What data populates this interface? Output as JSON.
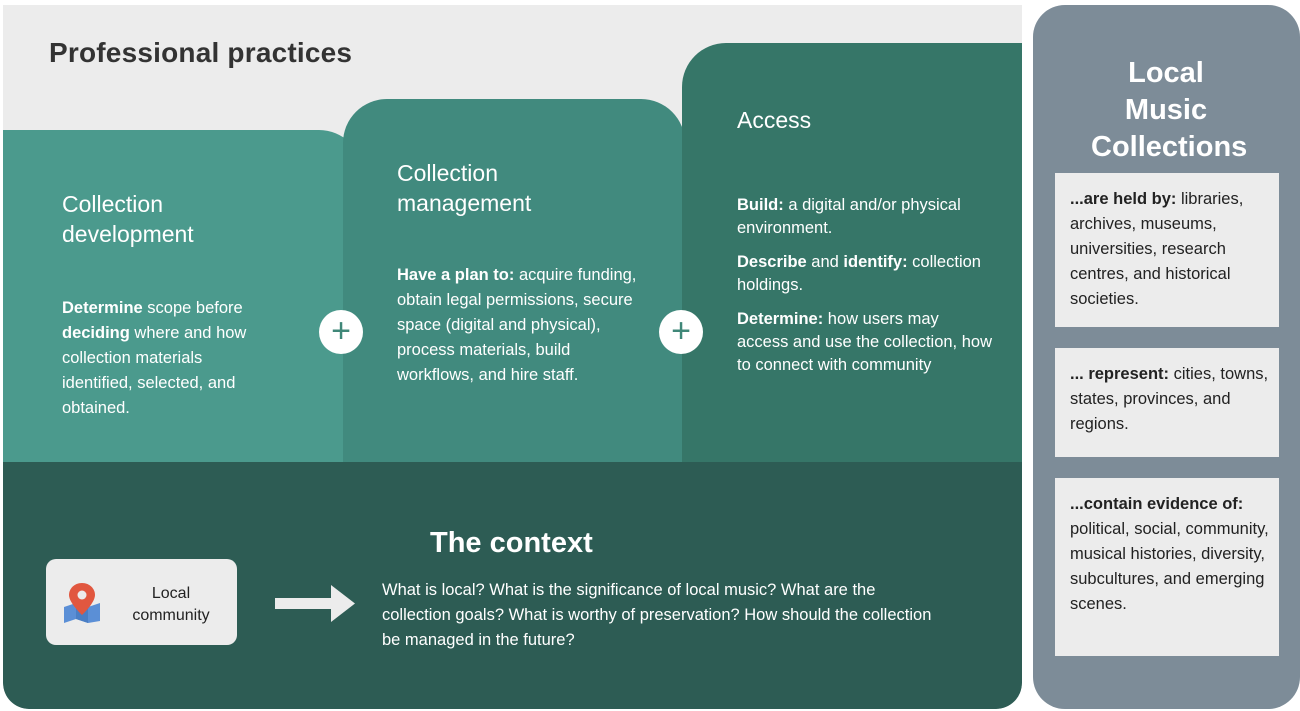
{
  "header": {
    "title": "Professional practices"
  },
  "cards": {
    "development": {
      "title": "Collection development",
      "bold1": "Determine",
      "text1": " scope before ",
      "bold2": "deciding",
      "text2": " where and how collection materials identified, selected,  and obtained."
    },
    "management": {
      "title": "Collection management",
      "bold": "Have a plan to:",
      "text": " acquire funding, obtain legal permissions, secure space (digital and physical), process materials, build workflows, and hire staff."
    },
    "access": {
      "title": "Access",
      "build_bold": "Build:",
      "build_text": " a digital and/or physical environment.",
      "describe_bold": "Describe",
      "and_text": " and ",
      "identify_bold": "identify:",
      "identify_text": " collection holdings.",
      "determine_bold": "Determine:",
      "determine_text": " how users may access and use the collection, how to connect with community"
    }
  },
  "plus_symbol": "+",
  "context": {
    "title": "The context",
    "community_label": "Local community",
    "questions": "What is local? What is the significance of local music? What are the collection goals? What is worthy of preservation? How should the collection be managed  in the future?"
  },
  "sidebar": {
    "title": "Local Music Collections",
    "held_by_bold": "...are held by:",
    "held_by_text": " libraries, archives, museums, universities,  research centres, and historical societies.",
    "represent_bold": "... represent:",
    "represent_text": " cities, towns, states, provinces, and regions.",
    "evidence_bold": "...contain evidence of:",
    "evidence_text": " political, social, community, musical histories, diversity, subcultures, and emerging scenes."
  },
  "icons": {
    "community": "map-pin-icon",
    "flow": "arrow-right-icon",
    "join": "plus-icon"
  },
  "colors": {
    "card_development": "#4b9a8d",
    "card_management": "#418a7e",
    "card_access": "#367668",
    "context": "#2d5c54",
    "sidebar": "#7d8c98",
    "pin": "#e1573f",
    "map": "#5b8fd6"
  }
}
